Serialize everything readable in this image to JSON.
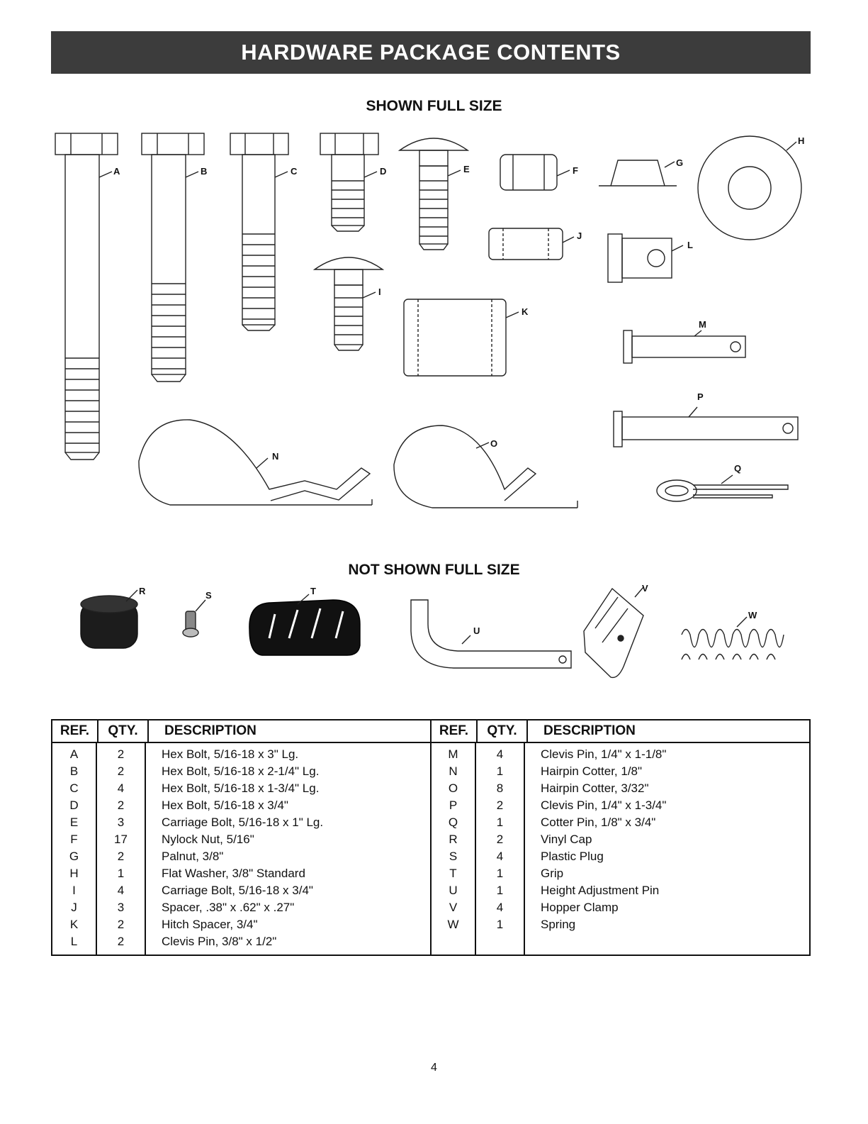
{
  "banner_title": "HARDWARE PACKAGE CONTENTS",
  "section_full": "SHOWN FULL SIZE",
  "section_not_full": "NOT SHOWN FULL SIZE",
  "labels": [
    "A",
    "B",
    "C",
    "D",
    "E",
    "F",
    "G",
    "H",
    "I",
    "J",
    "K",
    "L",
    "M",
    "N",
    "O",
    "P",
    "Q",
    "R",
    "S",
    "T",
    "U",
    "V",
    "W"
  ],
  "table": {
    "headers": {
      "ref": "REF.",
      "qty": "QTY.",
      "desc": "DESCRIPTION"
    },
    "left": [
      {
        "ref": "A",
        "qty": "2",
        "desc": "Hex Bolt, 5/16-18 x 3\" Lg."
      },
      {
        "ref": "B",
        "qty": "2",
        "desc": "Hex Bolt, 5/16-18 x 2-1/4\" Lg."
      },
      {
        "ref": "C",
        "qty": "4",
        "desc": "Hex Bolt, 5/16-18 x 1-3/4\" Lg."
      },
      {
        "ref": "D",
        "qty": "2",
        "desc": "Hex Bolt, 5/16-18 x 3/4\""
      },
      {
        "ref": "E",
        "qty": "3",
        "desc": "Carriage Bolt, 5/16-18 x 1\" Lg."
      },
      {
        "ref": "F",
        "qty": "17",
        "desc": "Nylock Nut, 5/16\""
      },
      {
        "ref": "G",
        "qty": "2",
        "desc": "Palnut, 3/8\""
      },
      {
        "ref": "H",
        "qty": "1",
        "desc": "Flat Washer, 3/8\" Standard"
      },
      {
        "ref": "I",
        "qty": "4",
        "desc": "Carriage Bolt, 5/16-18 x 3/4\""
      },
      {
        "ref": "J",
        "qty": "3",
        "desc": "Spacer, .38\" x .62\" x .27\""
      },
      {
        "ref": "K",
        "qty": "2",
        "desc": "Hitch Spacer, 3/4\""
      },
      {
        "ref": "L",
        "qty": "2",
        "desc": "Clevis Pin, 3/8\" x 1/2\""
      }
    ],
    "right": [
      {
        "ref": "M",
        "qty": "4",
        "desc": "Clevis Pin, 1/4\" x 1-1/8\""
      },
      {
        "ref": "N",
        "qty": "1",
        "desc": "Hairpin Cotter, 1/8\""
      },
      {
        "ref": "O",
        "qty": "8",
        "desc": "Hairpin Cotter, 3/32\""
      },
      {
        "ref": "P",
        "qty": "2",
        "desc": "Clevis Pin, 1/4\" x 1-3/4\""
      },
      {
        "ref": "Q",
        "qty": "1",
        "desc": "Cotter Pin, 1/8\" x 3/4\""
      },
      {
        "ref": "R",
        "qty": "2",
        "desc": "Vinyl Cap"
      },
      {
        "ref": "S",
        "qty": "4",
        "desc": "Plastic Plug"
      },
      {
        "ref": "T",
        "qty": "1",
        "desc": "Grip"
      },
      {
        "ref": "U",
        "qty": "1",
        "desc": "Height Adjustment Pin"
      },
      {
        "ref": "V",
        "qty": "4",
        "desc": "Hopper Clamp"
      },
      {
        "ref": "W",
        "qty": "1",
        "desc": "Spring"
      }
    ]
  },
  "page_number": "4"
}
